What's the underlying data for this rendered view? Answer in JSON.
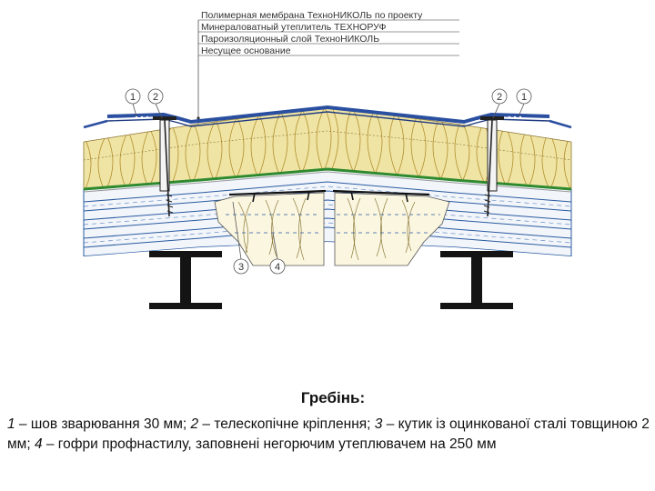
{
  "legend": {
    "items": [
      "Полимерная мембрана ТехноНИКОЛЬ по проекту",
      "Минераловатный утеплитель ТЕХНОРУФ",
      "Пароизоляционный слой ТехноНИКОЛЬ",
      "Несущее основание"
    ]
  },
  "callouts": {
    "left": [
      "1",
      "2"
    ],
    "right": [
      "2",
      "1"
    ],
    "bottom": [
      "3",
      "4"
    ]
  },
  "caption": {
    "title": "Гребінь:",
    "items": [
      {
        "num": "1",
        "text": " – шов зварювання 30 мм; "
      },
      {
        "num": "2",
        "text": " – телескопічне кріплення; "
      },
      {
        "num": "3",
        "text": " – кутик із оцинкованої сталі товщиною 2 мм; "
      },
      {
        "num": "4",
        "text": " – гофри профнастилу, заповнені негорючим утеплювачем на 250 мм"
      }
    ]
  },
  "colors": {
    "membrane": "#2a4fa0",
    "insulation": "#ecdc93",
    "insulation_line": "#b89a3a",
    "vapor": "#3a8a3a",
    "deck": "#2a5aa0",
    "beam": "#1a1a1a"
  }
}
